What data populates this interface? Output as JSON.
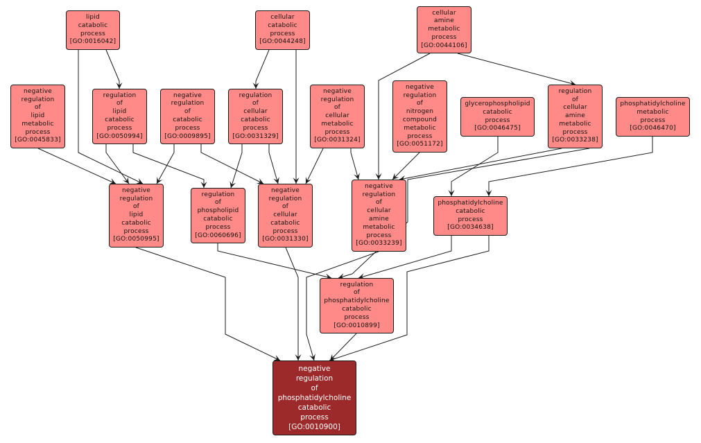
{
  "graph": {
    "title": "GO term hierarchy for negative regulation of phosphatidylcholine catabolic process",
    "colors": {
      "node_fill": "#ff8a87",
      "focus_fill": "#9c2a2a",
      "edge": "#1a1a1a",
      "border": "#1a1a1a"
    },
    "nodes": [
      {
        "id": "GO:0016042",
        "lines": [
          "lipid",
          "catabolic",
          "process",
          "[GO:0016042]"
        ]
      },
      {
        "id": "GO:0044248",
        "lines": [
          "cellular",
          "catabolic",
          "process",
          "[GO:0044248]"
        ]
      },
      {
        "id": "GO:0044106",
        "lines": [
          "cellular",
          "amine",
          "metabolic",
          "process",
          "[GO:0044106]"
        ]
      },
      {
        "id": "GO:0045833",
        "lines": [
          "negative",
          "regulation",
          "of",
          "lipid",
          "metabolic",
          "process",
          "[GO:0045833]"
        ]
      },
      {
        "id": "GO:0050994",
        "lines": [
          "regulation",
          "of",
          "lipid",
          "catabolic",
          "process",
          "[GO:0050994]"
        ]
      },
      {
        "id": "GO:0009895",
        "lines": [
          "negative",
          "regulation",
          "of",
          "catabolic",
          "process",
          "[GO:0009895]"
        ]
      },
      {
        "id": "GO:0031329",
        "lines": [
          "regulation",
          "of",
          "cellular",
          "catabolic",
          "process",
          "[GO:0031329]"
        ]
      },
      {
        "id": "GO:0031324",
        "lines": [
          "negative",
          "regulation",
          "of",
          "cellular",
          "metabolic",
          "process",
          "[GO:0031324]"
        ]
      },
      {
        "id": "GO:0051172",
        "lines": [
          "negative",
          "regulation",
          "of",
          "nitrogen",
          "compound",
          "metabolic",
          "process",
          "[GO:0051172]"
        ]
      },
      {
        "id": "GO:0046475",
        "lines": [
          "glycerophospholipid",
          "catabolic",
          "process",
          "[GO:0046475]"
        ]
      },
      {
        "id": "GO:0033238",
        "lines": [
          "regulation",
          "of",
          "cellular",
          "amine",
          "metabolic",
          "process",
          "[GO:0033238]"
        ]
      },
      {
        "id": "GO:0046470",
        "lines": [
          "phosphatidylcholine",
          "metabolic",
          "process",
          "[GO:0046470]"
        ]
      },
      {
        "id": "GO:0050995",
        "lines": [
          "negative",
          "regulation",
          "of",
          "lipid",
          "catabolic",
          "process",
          "[GO:0050995]"
        ]
      },
      {
        "id": "GO:0060696",
        "lines": [
          "regulation",
          "of",
          "phospholipid",
          "catabolic",
          "process",
          "[GO:0060696]"
        ]
      },
      {
        "id": "GO:0031330",
        "lines": [
          "negative",
          "regulation",
          "of",
          "cellular",
          "catabolic",
          "process",
          "[GO:0031330]"
        ]
      },
      {
        "id": "GO:0033239",
        "lines": [
          "negative",
          "regulation",
          "of",
          "cellular",
          "amine",
          "metabolic",
          "process",
          "[GO:0033239]"
        ]
      },
      {
        "id": "GO:0034638",
        "lines": [
          "phosphatidylcholine",
          "catabolic",
          "process",
          "[GO:0034638]"
        ]
      },
      {
        "id": "GO:0010899",
        "lines": [
          "regulation",
          "of",
          "phosphatidylcholine",
          "catabolic",
          "process",
          "[GO:0010899]"
        ]
      },
      {
        "id": "GO:0010900",
        "lines": [
          "negative",
          "regulation",
          "of",
          "phosphatidylcholine",
          "catabolic",
          "process",
          "[GO:0010900]"
        ],
        "focus": true
      }
    ],
    "edges": [
      [
        "GO:0016042",
        "GO:0050994"
      ],
      [
        "GO:0016042",
        "GO:0050995"
      ],
      [
        "GO:0044248",
        "GO:0031329"
      ],
      [
        "GO:0044248",
        "GO:0031330"
      ],
      [
        "GO:0044106",
        "GO:0033239"
      ],
      [
        "GO:0044106",
        "GO:0033238"
      ],
      [
        "GO:0045833",
        "GO:0050995"
      ],
      [
        "GO:0050994",
        "GO:0050995"
      ],
      [
        "GO:0050994",
        "GO:0060696"
      ],
      [
        "GO:0009895",
        "GO:0050995"
      ],
      [
        "GO:0009895",
        "GO:0031330"
      ],
      [
        "GO:0031329",
        "GO:0060696"
      ],
      [
        "GO:0031329",
        "GO:0031330"
      ],
      [
        "GO:0031324",
        "GO:0031330"
      ],
      [
        "GO:0031324",
        "GO:0033239"
      ],
      [
        "GO:0051172",
        "GO:0033239"
      ],
      [
        "GO:0033238",
        "GO:0033239"
      ],
      [
        "GO:0033238",
        "GO:0010899"
      ],
      [
        "GO:0046475",
        "GO:0034638"
      ],
      [
        "GO:0046470",
        "GO:0034638"
      ],
      [
        "GO:0050995",
        "GO:0010900"
      ],
      [
        "GO:0060696",
        "GO:0010899"
      ],
      [
        "GO:0031330",
        "GO:0010900"
      ],
      [
        "GO:0033239",
        "GO:0010900"
      ],
      [
        "GO:0034638",
        "GO:0010899"
      ],
      [
        "GO:0034638",
        "GO:0010900"
      ],
      [
        "GO:0010899",
        "GO:0010900"
      ]
    ]
  }
}
